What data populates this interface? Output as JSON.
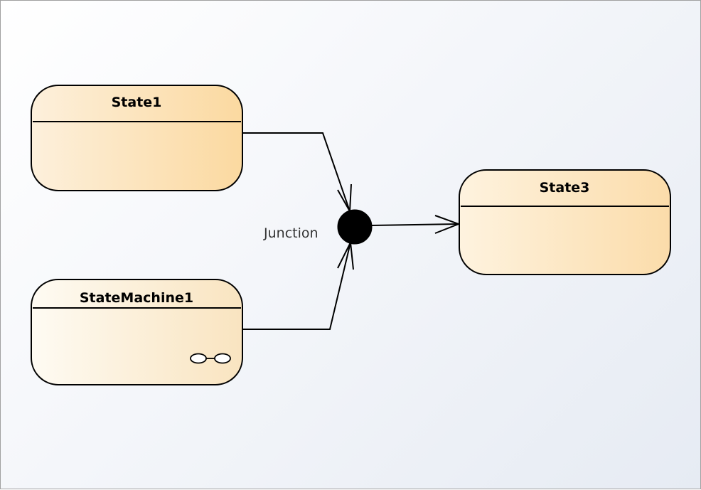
{
  "diagram": {
    "states": {
      "state1": {
        "name": "State1"
      },
      "state_machine1": {
        "name": "StateMachine1",
        "decoration_icon": "composite-state-icon"
      },
      "state3": {
        "name": "State3"
      }
    },
    "junction": {
      "label": "Junction"
    },
    "transitions": [
      {
        "from": "State1",
        "to": "Junction"
      },
      {
        "from": "StateMachine1",
        "to": "Junction"
      },
      {
        "from": "Junction",
        "to": "State3"
      }
    ]
  },
  "colors": {
    "state_fill_start": "#fdf0dc",
    "state_fill_end": "#fbdca6",
    "machine_fill_start": "#fefaf0",
    "machine_fill_end": "#f9e3bd",
    "stroke": "#000000",
    "junction": "#000000"
  }
}
